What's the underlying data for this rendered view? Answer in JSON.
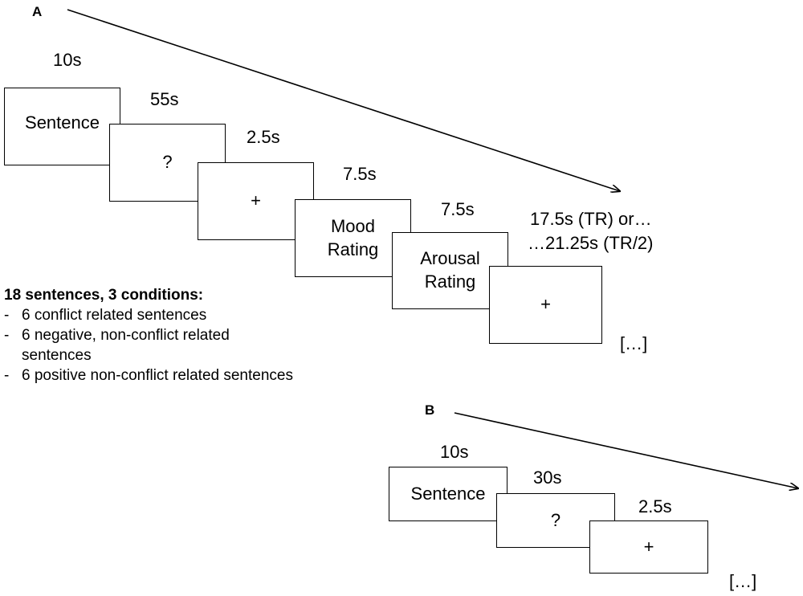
{
  "panel_a": {
    "label": "A",
    "timings": [
      "10s",
      "55s",
      "2.5s",
      "7.5s",
      "7.5s"
    ],
    "final_timing": [
      "17.5s (TR) or…",
      "…21.25s (TR/2)"
    ],
    "screens": [
      "Sentence",
      "?",
      "+",
      "Mood\nRating",
      "Arousal\nRating",
      "+"
    ],
    "continuation": "[…]"
  },
  "conditions": {
    "heading": "18 sentences, 3 conditions:",
    "items": [
      "6 conflict related sentences",
      "6 negative, non-conflict related\nsentences",
      "6 positive non-conflict related sentences"
    ],
    "bullet": "-"
  },
  "panel_b": {
    "label": "B",
    "timings": [
      "10s",
      "30s",
      "2.5s"
    ],
    "screens": [
      "Sentence",
      "?",
      "+"
    ],
    "continuation": "[…]"
  }
}
